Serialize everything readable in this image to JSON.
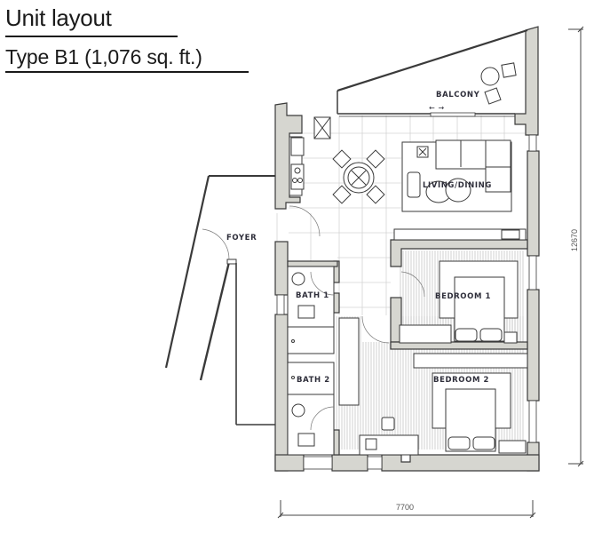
{
  "header": {
    "title": "Unit layout",
    "subtitle": "Type B1 (1,076 sq. ft.)"
  },
  "rooms": {
    "balcony": "BALCONY",
    "living_dining": "LIVING/DINING",
    "foyer": "FOYER",
    "bath1": "BATH 1",
    "bath2": "BATH 2",
    "bedroom1": "BEDROOM 1",
    "bedroom2": "BEDROOM 2"
  },
  "dimensions": {
    "width": "7700",
    "height": "12670"
  },
  "colors": {
    "wall_fill": "#d6d6d0",
    "wall_stroke": "#3a3a3a",
    "tile_line": "#cfcfcf",
    "floor_hatch": "#bdbdbd",
    "text": "#1a1a1a"
  }
}
